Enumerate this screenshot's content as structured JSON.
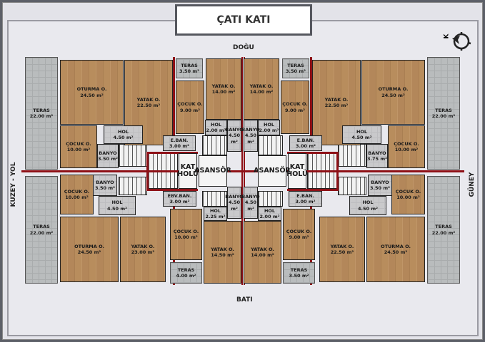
{
  "title": "ÇATI KATI",
  "directions": {
    "east": "DOĞU",
    "west": "BATI",
    "north": "KUZEY - YOL",
    "south": "GÜNEY"
  },
  "compass": {
    "icon": "north-arrow-compass-icon",
    "label": "K"
  },
  "colors": {
    "wall": "#222222",
    "red_wall": "#8e1016",
    "wood": "#b88d5d",
    "tile": "#c9c9cb",
    "terrace": "#b9bcbd"
  },
  "rooms": [
    {
      "name": "TERAS",
      "area": "22.00 m²"
    },
    {
      "name": "OTURMA O.",
      "area": "24.50 m²"
    },
    {
      "name": "YATAK O.",
      "area": "22.50 m²"
    },
    {
      "name": "ÇOCUK O.",
      "area": "10.00 m²"
    },
    {
      "name": "HOL",
      "area": "4.50 m²"
    },
    {
      "name": "BANYO",
      "area": "3.50 m²"
    },
    {
      "name": "TERAS",
      "area": "3.50 m²"
    },
    {
      "name": "ÇOCUK O.",
      "area": "9.00 m²"
    },
    {
      "name": "YATAK O.",
      "area": "14.00 m²"
    },
    {
      "name": "HOL",
      "area": "2.00 m²"
    },
    {
      "name": "BANYO",
      "area": "4.50 m²"
    },
    {
      "name": "E.BAN.",
      "area": "3.00 m²"
    },
    {
      "name": "KAT HOLÜ",
      "area": ""
    },
    {
      "name": "ASANSÖR",
      "area": ""
    },
    {
      "name": "TERAS",
      "area": "22.00 m²"
    },
    {
      "name": "OTURMA O.",
      "area": "24.50 m²"
    },
    {
      "name": "YATAK O.",
      "area": "22.50 m²"
    },
    {
      "name": "ÇOCUK O.",
      "area": "10.00 m²"
    },
    {
      "name": "HOL",
      "area": "4.50 m²"
    },
    {
      "name": "BANYO",
      "area": "3.75 m²"
    },
    {
      "name": "TERAS",
      "area": "3.50 m²"
    },
    {
      "name": "ÇOCUK O.",
      "area": "9.00 m²"
    },
    {
      "name": "YATAK O.",
      "area": "14.00 m²"
    },
    {
      "name": "HOL",
      "area": "2.00 m²"
    },
    {
      "name": "BANYO",
      "area": "4.50 m²"
    },
    {
      "name": "E.BAN.",
      "area": "3.00 m²"
    },
    {
      "name": "KAT HOLÜ",
      "area": ""
    },
    {
      "name": "ASANSÖR",
      "area": ""
    },
    {
      "name": "TERAS",
      "area": "22.00 m²"
    },
    {
      "name": "ÇOCUK O.",
      "area": "10.00 m²"
    },
    {
      "name": "BANYO",
      "area": "3.50 m²"
    },
    {
      "name": "HOL",
      "area": "4.50 m²"
    },
    {
      "name": "OTURMA O.",
      "area": "24.50 m²"
    },
    {
      "name": "YATAK O.",
      "area": "23.00 m²"
    },
    {
      "name": "EBV.BAN.",
      "area": "3.00 m²"
    },
    {
      "name": "ÇOCUK O.",
      "area": "10.00 m²"
    },
    {
      "name": "TERAS",
      "area": "4.00 m²"
    },
    {
      "name": "YATAK O.",
      "area": "14.50 m²"
    },
    {
      "name": "HOL",
      "area": "2.25 m²"
    },
    {
      "name": "BANYO",
      "area": "4.50 m²"
    },
    {
      "name": "TERAS",
      "area": "22.00 m²"
    },
    {
      "name": "ÇOCUK O.",
      "area": "10.00 m²"
    },
    {
      "name": "BANYO",
      "area": "3.50 m²"
    },
    {
      "name": "HOL",
      "area": "4.50 m²"
    },
    {
      "name": "OTURMA O.",
      "area": "24.50 m²"
    },
    {
      "name": "YATAK O.",
      "area": "22.50 m²"
    },
    {
      "name": "E.BAN.",
      "area": "3.00 m²"
    },
    {
      "name": "ÇOCUK O.",
      "area": "9.00 m²"
    },
    {
      "name": "TERAS",
      "area": "3.50 m²"
    },
    {
      "name": "YATAK O.",
      "area": "14.00 m²"
    },
    {
      "name": "HOL",
      "area": "2.00 m²"
    },
    {
      "name": "BANYO",
      "area": "4.50 m²"
    }
  ]
}
